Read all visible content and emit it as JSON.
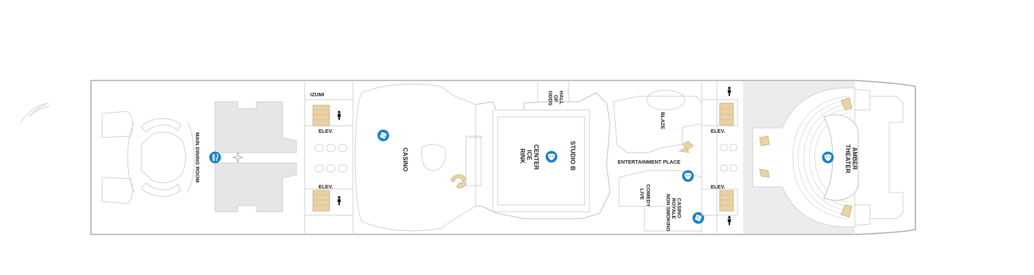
{
  "colors": {
    "hull": "#a9a9a9",
    "wall": "#cfcfcf",
    "grey_area": "#e6e6e6",
    "stairs": "#e9d2a6",
    "poi_icon": "#1a82c4",
    "label": "#222222"
  },
  "labels": {
    "main_dining_room": "MAIN DINING ROOM",
    "izumi": "IZUMI",
    "elev_fwd_top": "ELEV.",
    "elev_fwd_bottom": "ELEV.",
    "casino": "CASINO",
    "hall_of_odds": [
      "HALL",
      "OF",
      "ODDS"
    ],
    "center_ice_rink": [
      "CENTER",
      "ICE",
      "RINK"
    ],
    "studio_b": "STUDIO B",
    "blaze": "BLAZE",
    "entertainment_place": "ENTERTAINMENT PLACE",
    "comedy_live": [
      "COMEDY",
      "LIVE"
    ],
    "casino_royale_non_smoking": [
      "CASINO",
      "ROYALE",
      "NON SMOKING"
    ],
    "elev_aft_top": "ELEV.",
    "elev_aft_bottom": "ELEV.",
    "amber_theater": [
      "AMBER",
      "THEATER"
    ]
  },
  "icons": {
    "dining": "fork-knife-icon",
    "casino": "dice-icon",
    "entertainment": "mask-icon",
    "restroom": "restroom-icon",
    "compass": "compass-star-icon"
  }
}
